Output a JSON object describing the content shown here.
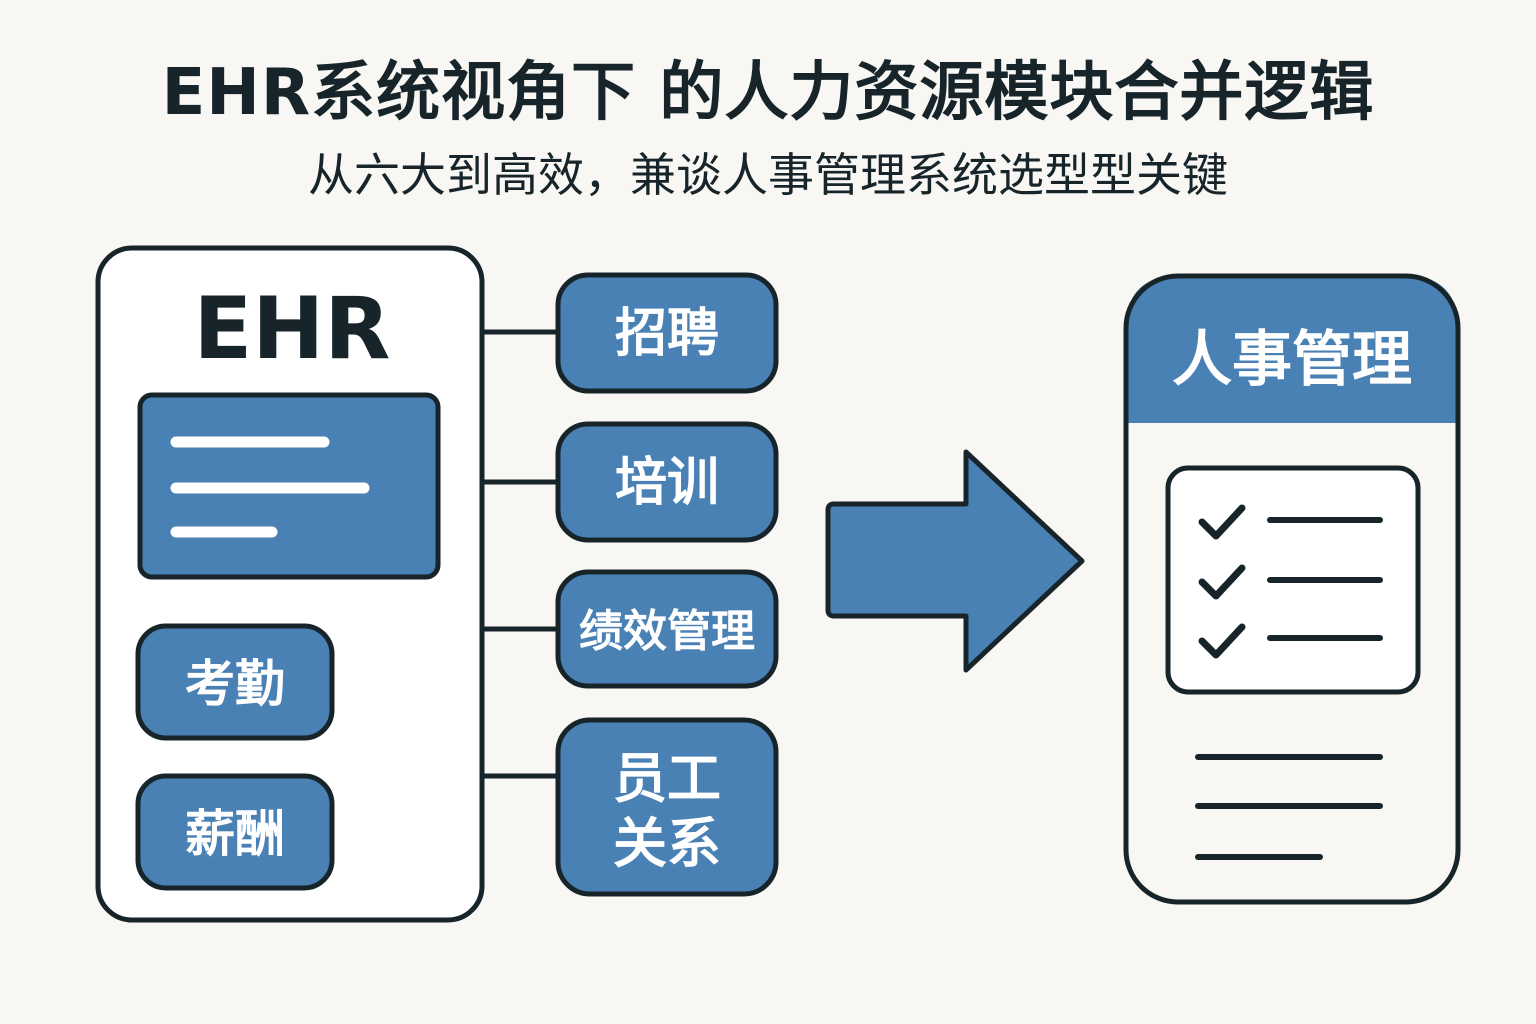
{
  "title": "EHR系统视角下 的人力资源模块合并逻辑",
  "subtitle": "从六大到高效，兼谈人事管理系统选型型关键",
  "ehr_panel": {
    "label": "EHR"
  },
  "modules": {
    "attendance": "考勤",
    "salary": "薪酬",
    "recruitment": "招聘",
    "training": "培训",
    "performance": "绩效管理",
    "employee_relations_line1": "员工",
    "employee_relations_line2": "关系"
  },
  "result_panel": {
    "header": "人事管理"
  },
  "colors": {
    "accent_blue": "#4a81b5",
    "outline": "#17252b",
    "background": "#f8f7f3",
    "panel_fill": "#ffffff"
  },
  "icons": [
    "arrow-right-icon",
    "checklist-icon",
    "check-icon",
    "document-lines-icon"
  ]
}
